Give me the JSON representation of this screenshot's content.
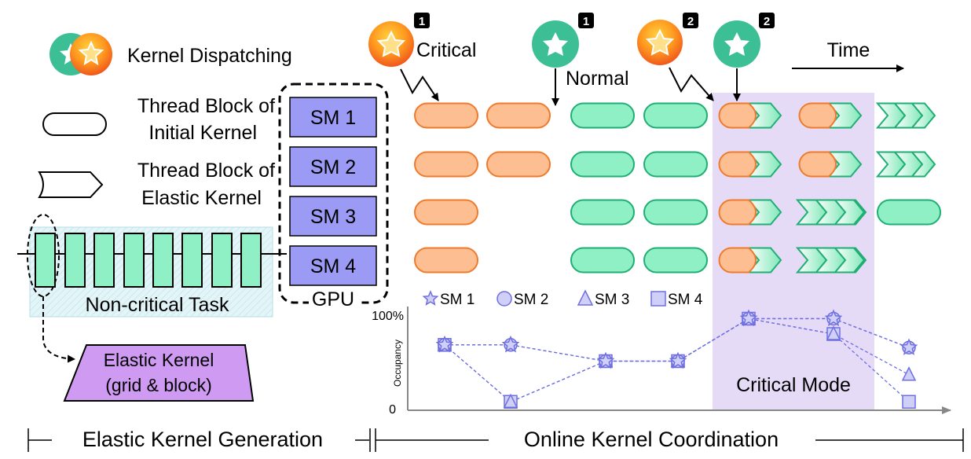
{
  "legend": {
    "kernel_dispatching": "Kernel Dispatching",
    "initial_block_line1": "Thread Block of",
    "initial_block_line2": "Initial Kernel",
    "elastic_block_line1": "Thread Block of",
    "elastic_block_line2": "Elastic Kernel"
  },
  "task": {
    "label": "Non-critical Task"
  },
  "elastic_kernel": {
    "line1": "Elastic Kernel",
    "line2": "(grid & block)"
  },
  "gpu": {
    "label": "GPU",
    "sms": [
      "SM 1",
      "SM 2",
      "SM 3",
      "SM 4"
    ]
  },
  "timeline": {
    "time_label": "Time",
    "critical_label": "Critical",
    "normal_label": "Normal",
    "badges": [
      "1",
      "1",
      "2",
      "2"
    ],
    "critical_mode_label": "Critical Mode"
  },
  "colors": {
    "critical_fill": "#fdbf91",
    "critical_stroke": "#f07a2c",
    "normal_fill": "#8ef0c4",
    "normal_stroke": "#1fae74",
    "sm_fill": "#9b9bf5",
    "critical_mode_bg": "#e6dbf7",
    "elastic_kernel_fill": "#cf9bf2",
    "marker": "#6f6fe0"
  },
  "chart_data": {
    "type": "line",
    "ylabel": "Occupancy",
    "yticks": [
      "100%",
      "0"
    ],
    "ylim": [
      0,
      100
    ],
    "x": [
      1,
      2,
      3,
      4,
      5,
      6,
      7
    ],
    "series": [
      {
        "name": "SM 1",
        "marker": "star",
        "values": [
          68,
          68,
          50,
          50,
          97,
          97,
          65
        ]
      },
      {
        "name": "SM 2",
        "marker": "circle",
        "values": [
          68,
          68,
          50,
          50,
          97,
          97,
          65
        ]
      },
      {
        "name": "SM 3",
        "marker": "triangle",
        "values": [
          68,
          5,
          50,
          50,
          97,
          80,
          35
        ]
      },
      {
        "name": "SM 4",
        "marker": "square",
        "values": [
          68,
          5,
          50,
          50,
          97,
          80,
          5
        ]
      }
    ]
  },
  "footer": {
    "left_section": "Elastic Kernel Generation",
    "right_section": "Online Kernel Coordination"
  }
}
